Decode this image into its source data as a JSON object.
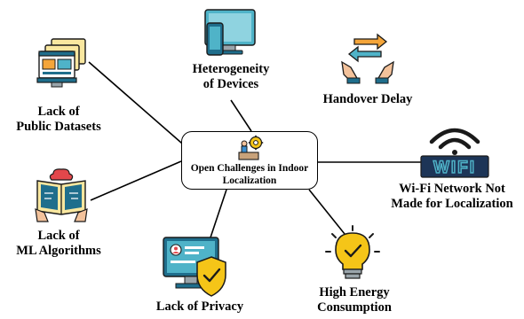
{
  "center": {
    "line1": "Open Challenges in Indoor",
    "line2": "Localization"
  },
  "nodes": {
    "datasets": {
      "line1": "Lack of",
      "line2": "Public Datasets",
      "icon": "datasets-windows-icon"
    },
    "devices": {
      "line1": "Heterogeneity",
      "line2": "of Devices",
      "icon": "devices-icon"
    },
    "handover": {
      "line1": "Handover Delay",
      "icon": "handover-arrows-hands-icon"
    },
    "wifi": {
      "line1": "Wi-Fi Network Not",
      "line2": "Made for Localization",
      "wifi_text": "WIFI",
      "icon": "wifi-icon"
    },
    "ml": {
      "line1": "Lack of",
      "line2": "ML Algorithms",
      "icon": "ml-brain-book-icon"
    },
    "privacy": {
      "line1": "Lack of Privacy",
      "icon": "privacy-shield-icon"
    },
    "energy": {
      "line1": "High Energy",
      "line2": "Consumption",
      "icon": "lightbulb-icon"
    }
  },
  "colors": {
    "outline": "#1a1a1a",
    "teal": "#1f6e8c",
    "light_teal": "#4fb3c8",
    "yellow": "#f5c518",
    "orange": "#f4a53a",
    "skin": "#f3c29b",
    "red": "#e2474b",
    "green": "#5cb85c",
    "blue": "#3b8ed0",
    "navy": "#1d3557"
  }
}
